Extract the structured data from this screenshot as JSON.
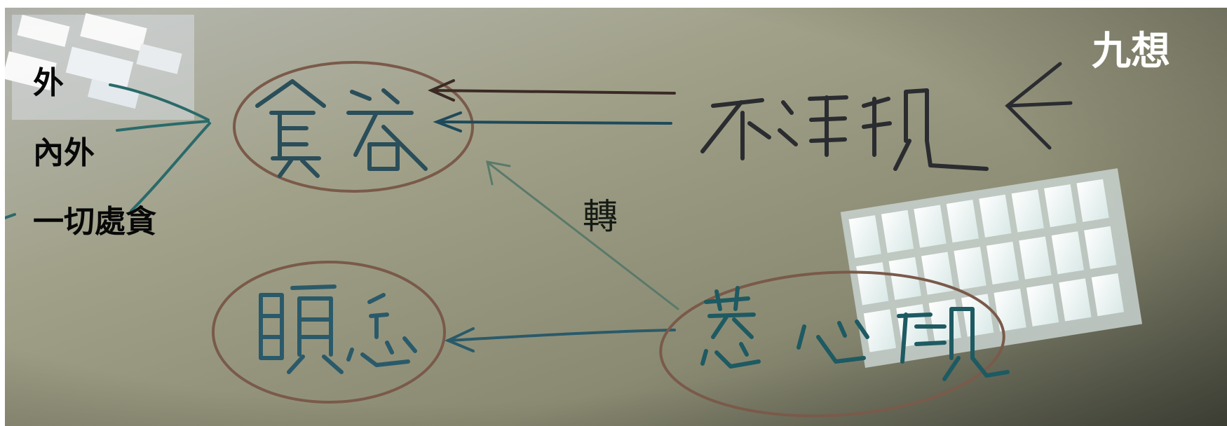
{
  "photo": {
    "subject": "whiteboard-diagram",
    "overlay_labels": {
      "title": "九想",
      "left_list": [
        "外",
        "內外",
        "一切處貪"
      ],
      "arrow_label": "轉"
    },
    "handwritten_nodes": [
      "貪欲",
      "不淨觀",
      "瞋恚",
      "慈心觀"
    ],
    "colors": {
      "board": "#8f9078",
      "board_dark": "#5e6052",
      "ink_blue": "#2a5a6a",
      "ink_dark": "#2a2c30",
      "circle": "#7a5a4a"
    }
  }
}
